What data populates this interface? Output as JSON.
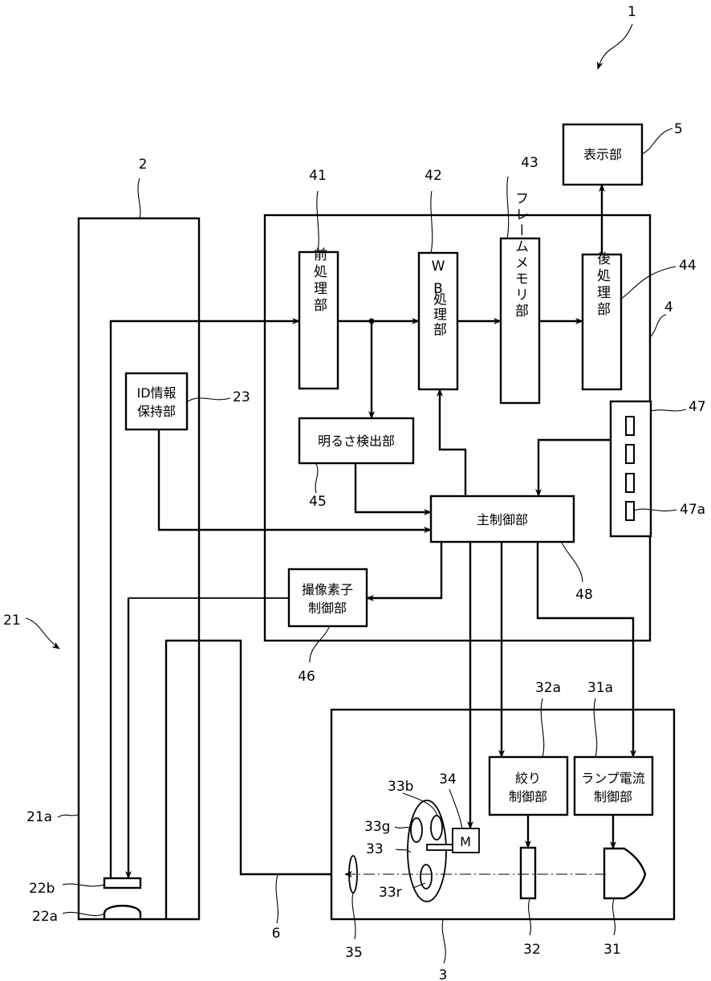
{
  "figure": {
    "system_ref": "1",
    "blocks": {
      "display": {
        "ref": "5",
        "label": "表示部"
      },
      "processor": {
        "ref": "4"
      },
      "pre_processing": {
        "ref": "41",
        "label": "前処理部"
      },
      "wb_processing": {
        "ref": "42",
        "label_top": "WB",
        "label": "処理部"
      },
      "frame_memory": {
        "ref": "43",
        "label": "フレームメモリ部"
      },
      "post_processing": {
        "ref": "44",
        "label": "後処理部"
      },
      "brightness_detection": {
        "ref": "45",
        "label": "明るさ検出部"
      },
      "imager_control": {
        "ref": "46",
        "label_line1": "撮像素子",
        "label_line2": "制御部"
      },
      "operation_panel": {
        "ref": "47",
        "button_ref": "47a"
      },
      "main_control": {
        "ref": "48",
        "label": "主制御部"
      },
      "endoscope": {
        "ref": "2"
      },
      "id_holder": {
        "ref": "23",
        "label_line1": "ID情報",
        "label_line2": "保持部"
      },
      "insertion_tip": {
        "ref": "21",
        "tube_ref": "21a",
        "sensor_ref": "22b",
        "lens_ref": "22a"
      },
      "light_source": {
        "ref": "3"
      },
      "aperture_control": {
        "ref": "32a",
        "label_line1": "絞り",
        "label_line2": "制御部"
      },
      "lamp_current_control": {
        "ref": "31a",
        "label_line1": "ランプ電流",
        "label_line2": "制御部"
      },
      "lamp": {
        "ref": "31"
      },
      "aperture": {
        "ref": "32"
      },
      "rotary_filter": {
        "ref": "33",
        "blue_ref": "33b",
        "green_ref": "33g",
        "red_ref": "33r"
      },
      "motor": {
        "ref": "34",
        "label": "M"
      },
      "condenser_lens": {
        "ref": "35"
      },
      "light_guide": {
        "ref": "6"
      }
    }
  }
}
